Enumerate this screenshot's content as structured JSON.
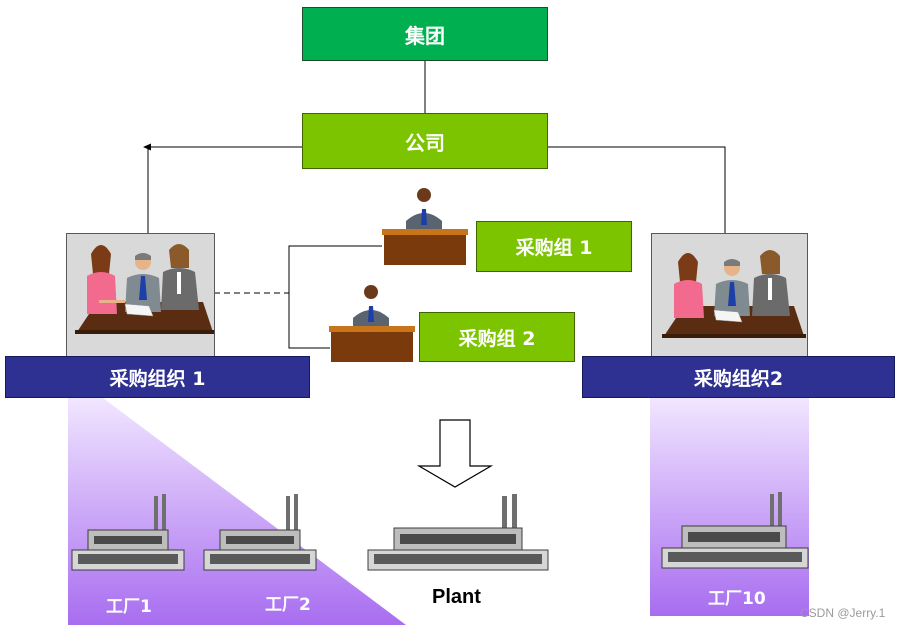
{
  "nodes": {
    "group": "集团",
    "company": "公司",
    "purchasing_group_1": "采购组 1",
    "purchasing_group_2": "采购组 2",
    "purchasing_org_1": "采购组织 1",
    "purchasing_org_2": "采购组织2"
  },
  "plants": {
    "plant_1": "工厂1",
    "plant_2": "工厂2",
    "plant_generic": "Plant",
    "plant_10": "工厂10"
  },
  "watermark": "CSDN @Jerry.1",
  "colors": {
    "group_box": "#00b050",
    "company_box": "#7cc300",
    "org_box": "#2e3192",
    "plant_area": "#c39bff"
  }
}
